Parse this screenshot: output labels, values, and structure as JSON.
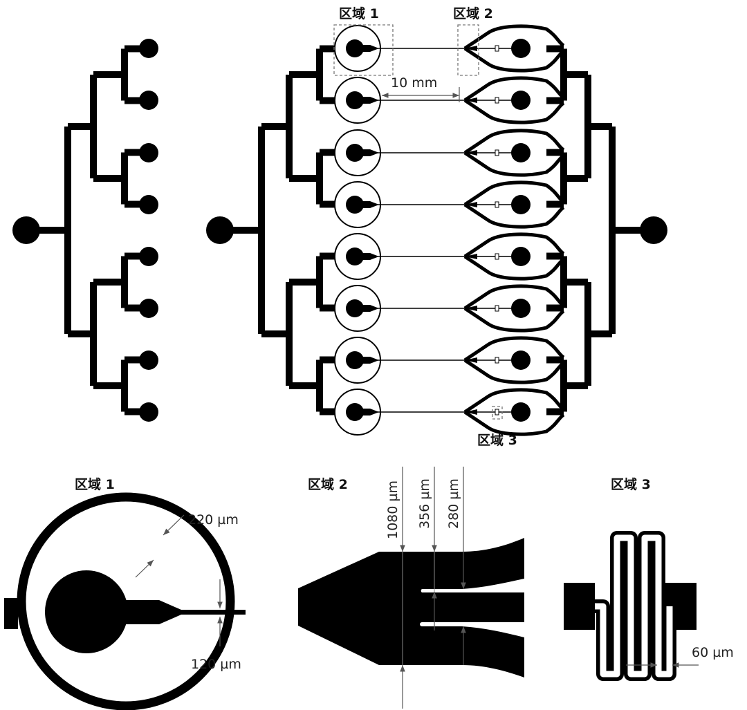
{
  "labels": {
    "region1_top": "区域 1",
    "region2_top": "区域 2",
    "region3_top": "区域 3",
    "distance": "10 mm",
    "region1_detail": "区域 1",
    "region2_detail": "区域 2",
    "region3_detail": "区域 3",
    "ring_width": "220 µm",
    "channel_width": "120 µm",
    "dim_1080": "1080 µm",
    "dim_356": "356 µm",
    "dim_280": "280 µm",
    "serpentine_width": "60 µm"
  }
}
